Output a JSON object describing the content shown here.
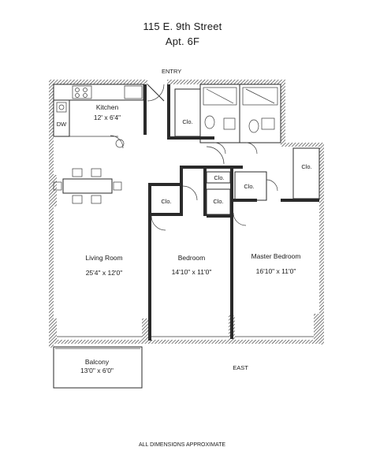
{
  "header": {
    "address": "115 E. 9th Street",
    "unit": "Apt. 6F"
  },
  "labels": {
    "entry": "ENTRY",
    "east": "EAST",
    "footer_note": "ALL DIMENSIONS APPROXIMATE"
  },
  "rooms": {
    "kitchen": {
      "name": "Kitchen",
      "size": "12' x 6'4\""
    },
    "dw": "DW",
    "living_room": {
      "name": "Living Room",
      "size": "25'4\" x 12'0\""
    },
    "bedroom": {
      "name": "Bedroom",
      "size": "14'10\" x 11'0\""
    },
    "master_bedroom": {
      "name": "Master Bedroom",
      "size": "16'10\" x 11'0\""
    },
    "balcony": {
      "name": "Balcony",
      "size": "13'0\" x 6'0\""
    },
    "closets": [
      "Clo.",
      "Clo.",
      "Clo.",
      "Clo.",
      "Clo.",
      "Clo."
    ]
  },
  "colors": {
    "wall": "#2a2a2a",
    "paper": "#ffffff"
  }
}
